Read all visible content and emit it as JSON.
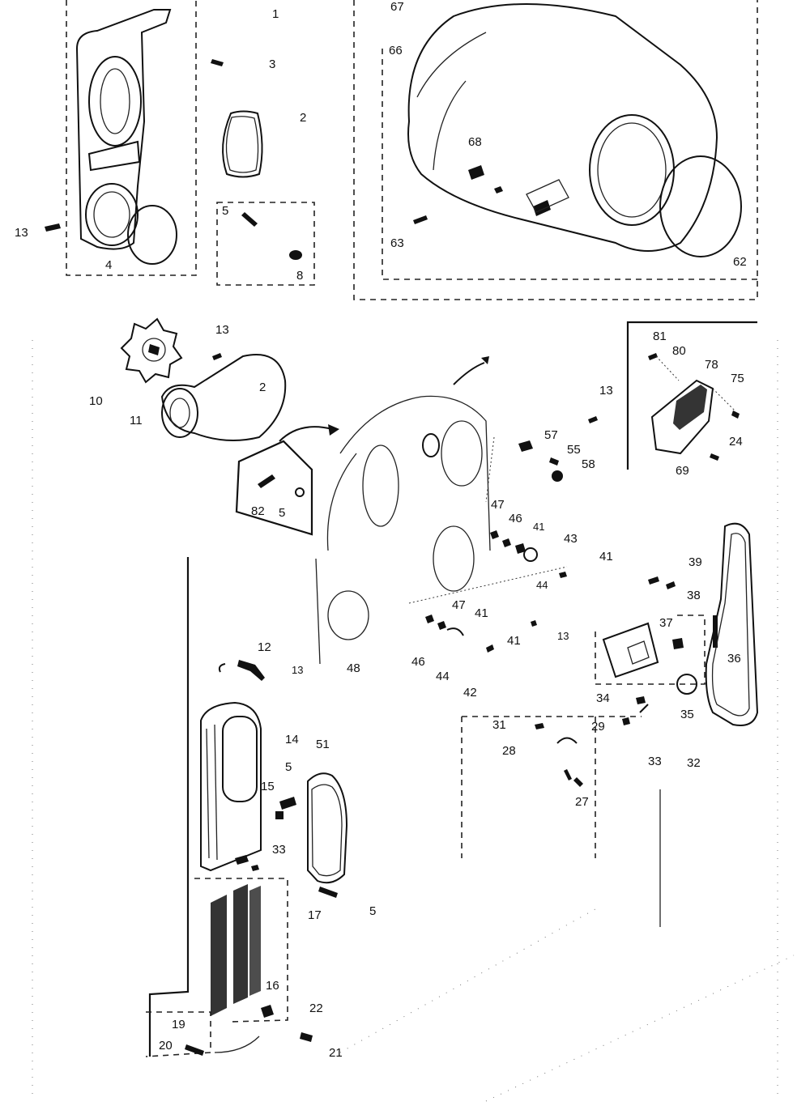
{
  "labels": {
    "p1": "1",
    "p2a": "2",
    "p3": "3",
    "p4": "4",
    "p5a": "5",
    "p8": "8",
    "p13a": "13",
    "p67": "67",
    "p66": "66",
    "p68": "68",
    "p63": "63",
    "p62": "62",
    "p13b": "13",
    "p2b": "2",
    "p10": "10",
    "p11": "11",
    "p82": "82",
    "p5b": "5",
    "p81": "81",
    "p80": "80",
    "p78": "78",
    "p75": "75",
    "p24": "24",
    "p69": "69",
    "p13c": "13",
    "p57": "57",
    "p55": "55",
    "p58": "58",
    "p47a": "47",
    "p46a": "46",
    "p41a": "41",
    "p43": "43",
    "p44a": "44",
    "p41b": "41",
    "p39a": "39",
    "p38": "38",
    "p37": "37",
    "p36": "36",
    "p47b": "47",
    "p41c": "41",
    "p41d": "41",
    "p13d": "13",
    "p48": "48",
    "p46b": "46",
    "p44b": "44",
    "p42": "42",
    "p12": "12",
    "p13e": "13",
    "p34": "34",
    "p35": "35",
    "p31": "31",
    "p29": "29",
    "p33": "33",
    "p32": "32",
    "p28": "28",
    "p27": "27",
    "p14": "14",
    "p51": "51",
    "p5c": "5",
    "p15": "15",
    "p33b": "33",
    "p17": "17",
    "p5d": "5",
    "p16": "16",
    "p22": "22",
    "p19": "19",
    "p20": "20",
    "p21": "21"
  }
}
